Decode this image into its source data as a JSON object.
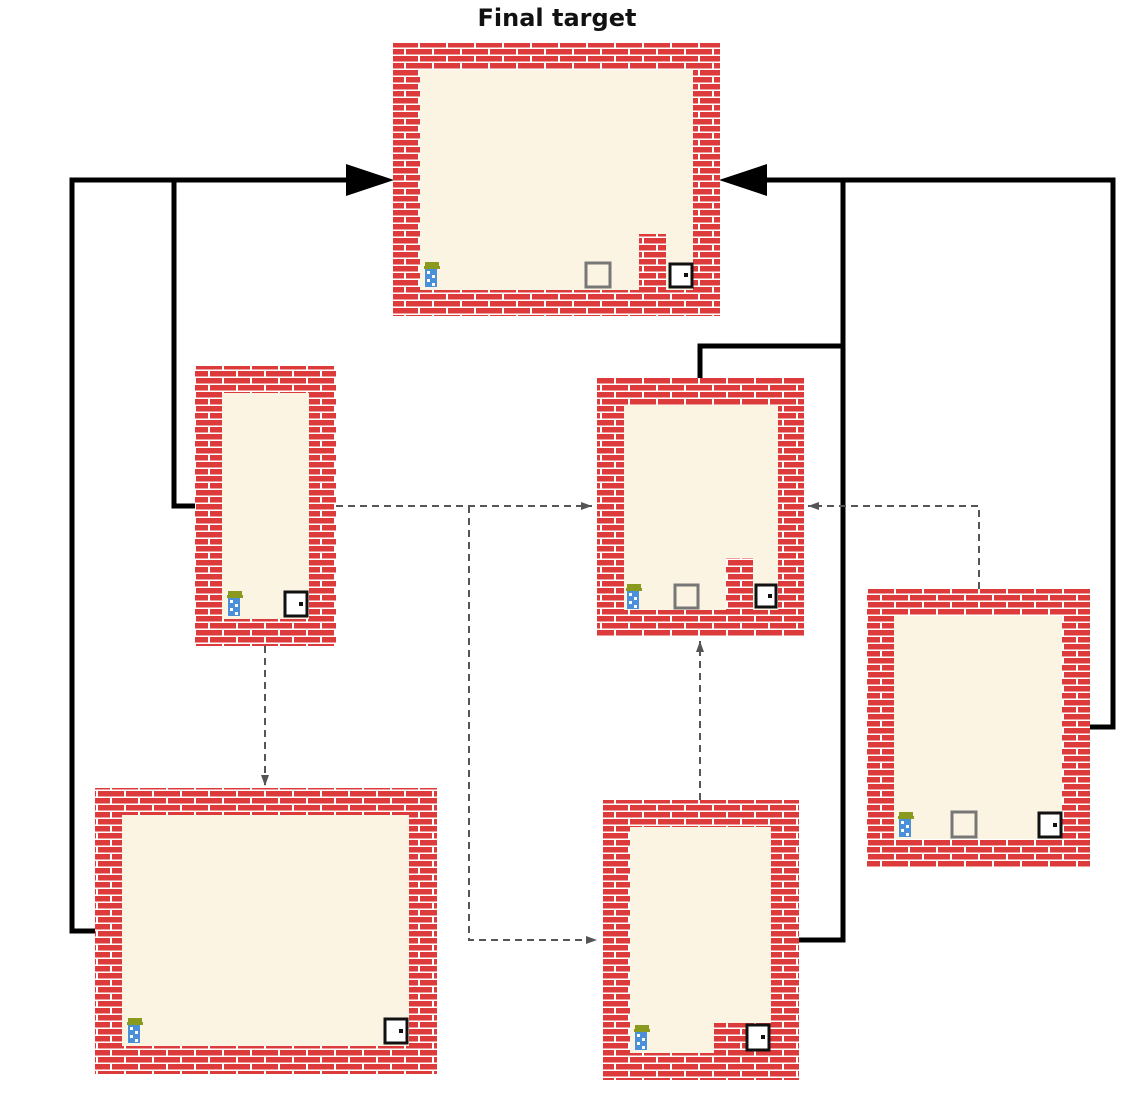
{
  "title": "Final target",
  "colors": {
    "brick": "#dd3b3b",
    "mortar": "#ffffff",
    "floor": "#fcf4e2",
    "door": "#111111",
    "box": "#777777",
    "arrow_main": "#000000",
    "arrow_dashed": "#555555"
  },
  "icons": [
    "brick-wall",
    "player-sprite",
    "door-icon",
    "box-icon"
  ],
  "levels": [
    {
      "id": "final",
      "role": "final-target",
      "items": [
        "player-sprite",
        "box-icon",
        "brick-pillar",
        "door-icon"
      ]
    },
    {
      "id": "narrow-left",
      "items": [
        "player-sprite",
        "door-icon"
      ]
    },
    {
      "id": "wide-bottom-left",
      "items": [
        "player-sprite",
        "door-icon"
      ]
    },
    {
      "id": "middle",
      "items": [
        "player-sprite",
        "box-icon",
        "brick-pillar",
        "door-icon"
      ]
    },
    {
      "id": "bottom-middle",
      "items": [
        "player-sprite",
        "brick-ledge",
        "door-icon"
      ]
    },
    {
      "id": "right",
      "items": [
        "player-sprite",
        "box-icon",
        "door-icon"
      ]
    }
  ],
  "edges": [
    {
      "from": "narrow-left",
      "to": "final",
      "style": "solid"
    },
    {
      "from": "wide-bottom-left",
      "to": "final",
      "style": "solid"
    },
    {
      "from": "middle",
      "to": "final",
      "style": "solid"
    },
    {
      "from": "bottom-middle",
      "to": "final",
      "style": "solid"
    },
    {
      "from": "right",
      "to": "final",
      "style": "solid"
    },
    {
      "from": "narrow-left",
      "to": "middle",
      "style": "dashed"
    },
    {
      "from": "narrow-left",
      "to": "wide-bottom-left",
      "style": "dashed"
    },
    {
      "from": "narrow-left",
      "to": "bottom-middle",
      "style": "dashed"
    },
    {
      "from": "bottom-middle",
      "to": "middle",
      "style": "dashed"
    },
    {
      "from": "right",
      "to": "middle",
      "style": "dashed"
    }
  ]
}
